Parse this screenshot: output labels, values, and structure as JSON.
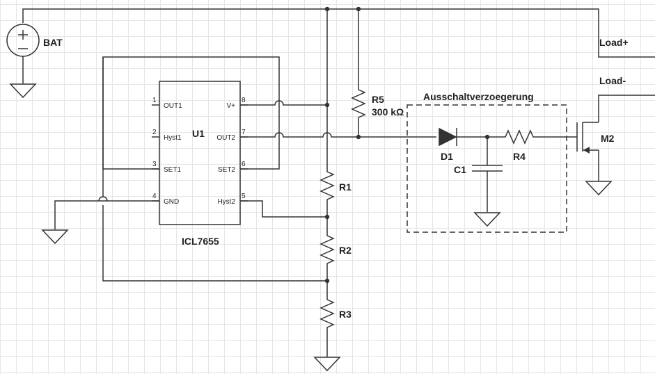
{
  "components": {
    "battery": "BAT",
    "ic": {
      "ref": "U1",
      "part": "ICL7655",
      "left_pins": [
        {
          "num": "1",
          "name": "OUT1"
        },
        {
          "num": "2",
          "name": "Hyst1"
        },
        {
          "num": "3",
          "name": "SET1"
        },
        {
          "num": "4",
          "name": "GND"
        }
      ],
      "right_pins": [
        {
          "num": "8",
          "name": "V+"
        },
        {
          "num": "7",
          "name": "OUT2"
        },
        {
          "num": "6",
          "name": "SET2"
        },
        {
          "num": "5",
          "name": "Hyst2"
        }
      ]
    },
    "r1": "R1",
    "r2": "R2",
    "r3": "R3",
    "r4": "R4",
    "r5": "R5",
    "r5_value": "300 kΩ",
    "d1": "D1",
    "c1": "C1",
    "m2": "M2",
    "load_plus": "Load+",
    "load_minus": "Load-",
    "delay_group": "Ausschaltverzoegerung"
  },
  "colors": {
    "wire": "#333333",
    "grid": "#e6e6e6",
    "background": "#ffffff"
  }
}
